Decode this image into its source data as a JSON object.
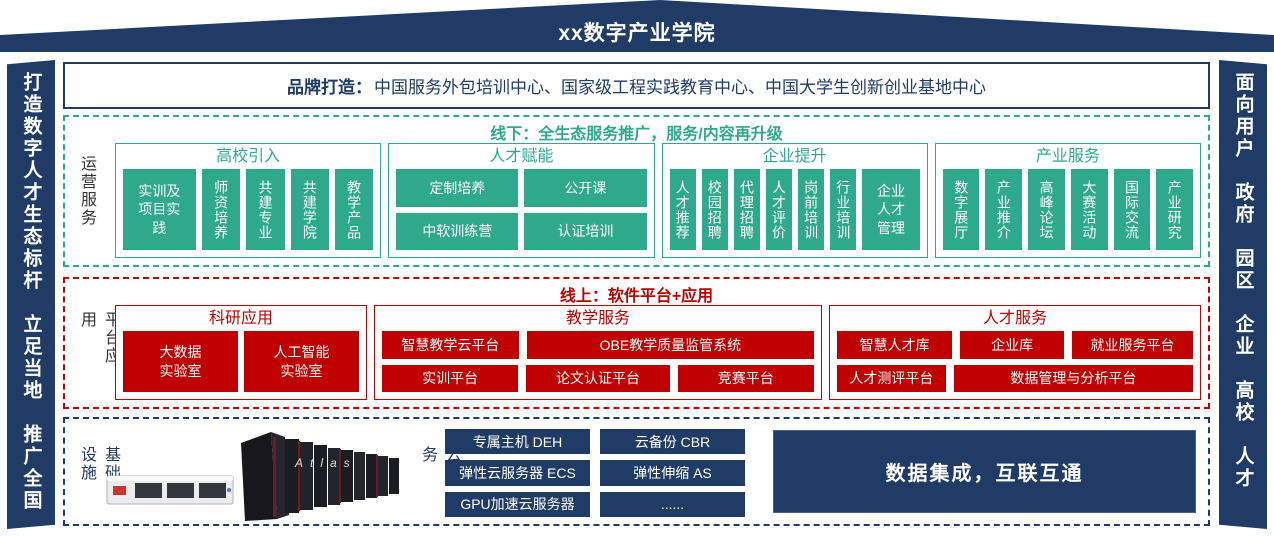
{
  "banner": {
    "title": "xx数字产业学院"
  },
  "sidebars": {
    "left": "打造数字人才生态标杆　立足当地　推广全国",
    "right": "面向用户　政府　园区　企业　高校　人才"
  },
  "brand": {
    "label": "品牌打造：",
    "content": "中国服务外包培训中心、国家级工程实践教育中心、中国大学生创新创业基地中心"
  },
  "operations": {
    "side_label": "运营服务",
    "header": "线下：全生态服务推广，服务/内容再升级",
    "groups": [
      {
        "title": "高校引入",
        "items": [
          "实训及项目实践",
          "师资培养",
          "共建专业",
          "共建学院",
          "教学产品"
        ]
      },
      {
        "title": "人才赋能",
        "items": [
          "定制培养",
          "公开课",
          "中软训练营",
          "认证培训"
        ]
      },
      {
        "title": "企业提升",
        "items": [
          "人才推荐",
          "校园招聘",
          "代理招聘",
          "人才评价",
          "岗前培训",
          "行业培训",
          "企业人才管理"
        ]
      },
      {
        "title": "产业服务",
        "items": [
          "数字展厅",
          "产业推介",
          "高峰论坛",
          "大赛活动",
          "国际交流",
          "产业研究"
        ]
      }
    ]
  },
  "platform": {
    "side_label": "平台应用",
    "header": "线上：软件平台+应用",
    "groups": [
      {
        "title": "科研应用",
        "items": [
          "大数据实验室",
          "人工智能实验室"
        ]
      },
      {
        "title": "教学服务",
        "rows": [
          [
            "智慧教学云平台",
            "OBE教学质量监管系统"
          ],
          [
            "实训平台",
            "论文认证平台",
            "竞赛平台"
          ]
        ]
      },
      {
        "title": "人才服务",
        "rows": [
          [
            "智慧人才库",
            "企业库",
            "就业服务平台"
          ],
          [
            "人才测评平台",
            "数据管理与分析平台"
          ]
        ]
      }
    ]
  },
  "infrastructure": {
    "side_label": "基础设施",
    "cloud_label": "云服务",
    "atlas_label": "Atlas",
    "services": [
      "专属主机 DEH",
      "云备份 CBR",
      "弹性云服务器 ECS",
      "弹性伸缩 AS",
      "GPU加速云服务器",
      "......"
    ],
    "integration": "数据集成，互联互通"
  },
  "colors": {
    "navy": "#1F3B66",
    "green": "#2FA98C",
    "red": "#C00000"
  }
}
